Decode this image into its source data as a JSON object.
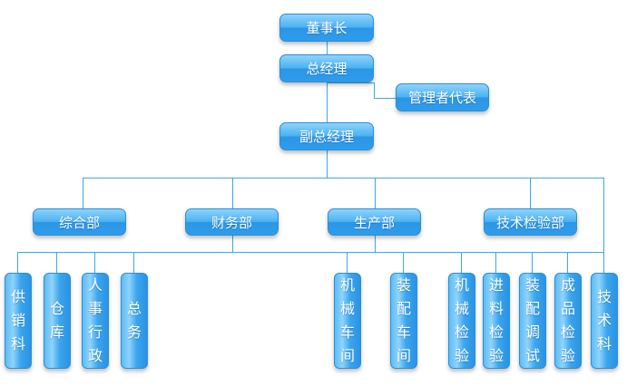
{
  "org_chart": {
    "chairman": "董事长",
    "general_manager": "总经理",
    "management_representative": "管理者代表",
    "deputy_general_manager": "副总经理",
    "departments": [
      {
        "name": "综合部",
        "units": [
          "供销科",
          "仓库",
          "人事行政",
          "总务"
        ]
      },
      {
        "name": "财务部",
        "units": []
      },
      {
        "name": "生产部",
        "units": [
          "机械车间",
          "装配车间"
        ]
      },
      {
        "name": "技术检验部",
        "units": [
          "机械检验",
          "进料检验",
          "装配调试",
          "成品检验",
          "技术科"
        ]
      }
    ]
  }
}
